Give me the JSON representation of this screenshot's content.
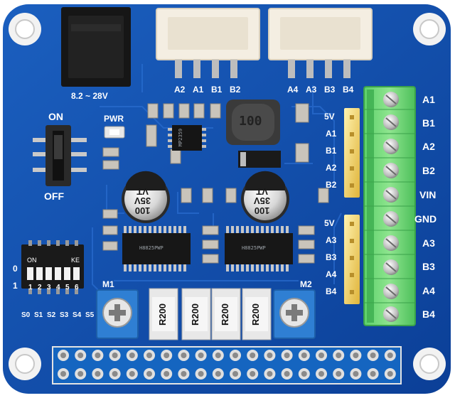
{
  "board": {
    "pcb_color": "#0d47a1",
    "power_input_label": "8.2 ~ 28V",
    "switch": {
      "on_label": "ON",
      "off_label": "OFF"
    },
    "pwr_led_label": "PWR",
    "connector1_pins": [
      "A2",
      "A1",
      "B1",
      "B2"
    ],
    "connector2_pins": [
      "A4",
      "A3",
      "B3",
      "B4"
    ],
    "header1_pins": [
      "5V",
      "A1",
      "B1",
      "A2",
      "B2"
    ],
    "header2_pins": [
      "5V",
      "A3",
      "B3",
      "A4",
      "B4"
    ],
    "terminal_labels": [
      "A1",
      "B1",
      "A2",
      "B2",
      "VIN",
      "GND",
      "A3",
      "B3",
      "A4",
      "B4"
    ],
    "inductor_marking": "100",
    "capacitor_marking": "100\n35V\nVT",
    "driver_chip_markings": [
      "H8825PWP",
      "H8825PWP"
    ],
    "regulator_chip_marking": "MP2359",
    "resistor_marking": "R200",
    "dip_switch": {
      "on_label": "ON",
      "ke_label": "KE",
      "row0_label": "0",
      "row1_label": "1",
      "numbers": [
        "1",
        "2",
        "3",
        "4",
        "5",
        "6"
      ],
      "labels": [
        "S0",
        "S1",
        "S2",
        "S3",
        "S4",
        "S5"
      ]
    },
    "motor_labels": [
      "M1",
      "M2"
    ]
  }
}
